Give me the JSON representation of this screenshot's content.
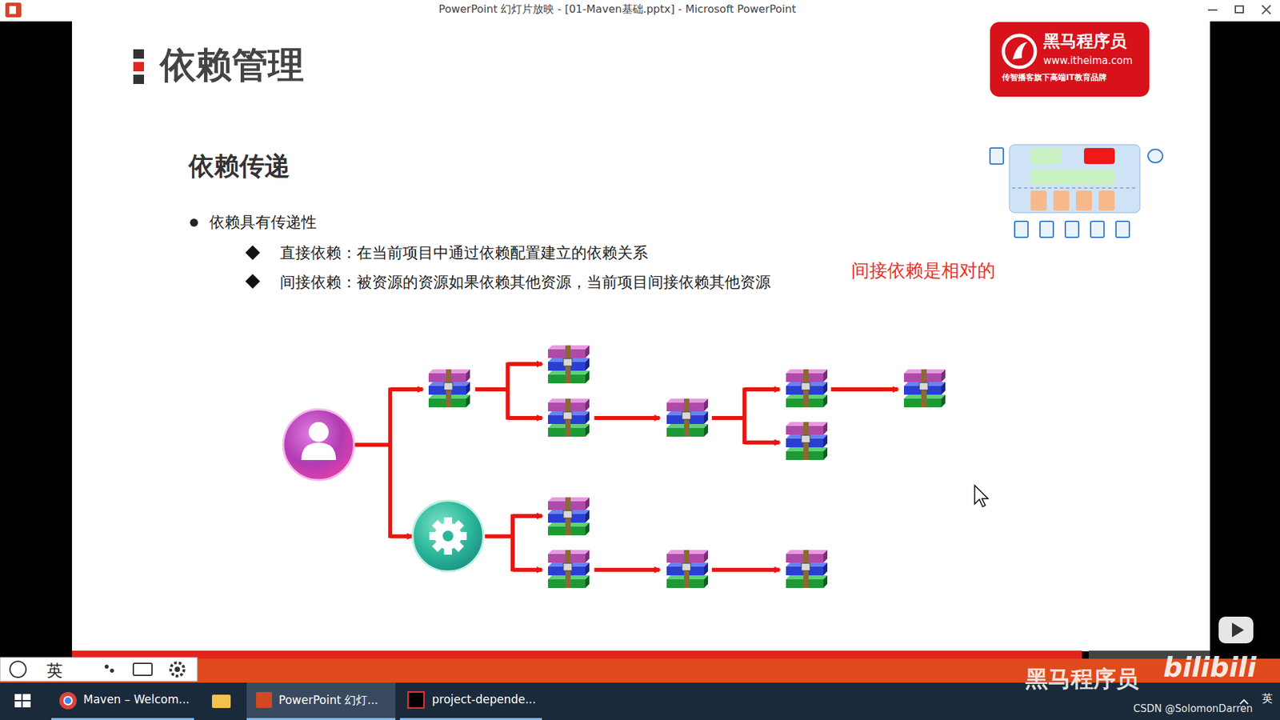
{
  "diagram": {
    "title": "依赖管理",
    "nodes": [
      {
        "text": [
          "黑马程序员",
          "www.itheima.com",
          "传智播客旗下高端IT教育品牌"
        ]
      },
      {
        "text": [
          "Maven – Welcom..."
        ]
      },
      {
        "text": [
          "PowerPoint 幻灯..."
        ]
      },
      {
        "text": [
          "project-depende..."
        ]
      }
    ],
    "labels": [
      "PowerPoint 幻灯片放映 - [01-Maven基础.pptx] - Microsoft PowerPoint",
      "依赖传递",
      "依赖具有传递性",
      "直接依赖：在当前项目中通过依赖配置建立的依赖关系",
      "间接依赖：被资源的资源如果依赖其他资源，当前项目间接依赖其他资源",
      "间接依赖是相对的",
      "英",
      "黑马程序员",
      "bilibili",
      "英",
      "CSDN @SolomonDarren"
    ]
  }
}
